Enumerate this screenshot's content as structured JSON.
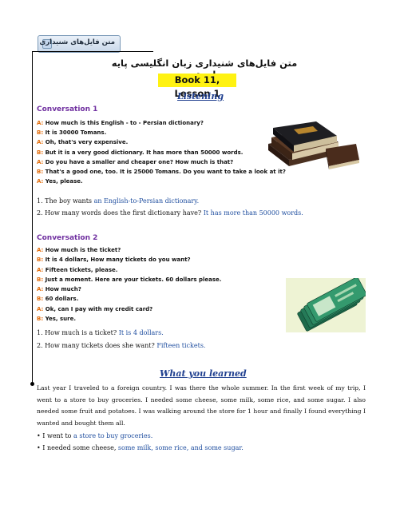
{
  "header": {
    "tag_label": "متن فایل‌های شنیداری",
    "title_fa": "متن فایل‌های شنیداری زبان انگلیسی پایه یازدهم",
    "lesson": "Book 11, Lesson 1",
    "section_listening": "Listening"
  },
  "conv1": {
    "title": "Conversation 1",
    "lines": [
      {
        "sp": "A:",
        "text": "How much is this English - to - Persian dictionary?"
      },
      {
        "sp": "B:",
        "text": "It is 30000 Tomans."
      },
      {
        "sp": "A:",
        "text": "Oh, that's very expensive."
      },
      {
        "sp": "B:",
        "text": "But it is a very good dictionary. It has more than 50000 words."
      },
      {
        "sp": "A:",
        "text": "Do you have a smaller and cheaper one? How much is that?"
      },
      {
        "sp": "B:",
        "text": "That's a good one, too. It is 25000 Tomans. Do you want to take a look at it?"
      },
      {
        "sp": "A:",
        "text": "Yes, please."
      }
    ],
    "questions": [
      {
        "q": "1. The boy wants",
        "a": "an English-to-Persian dictionary."
      },
      {
        "q": "2. How many words does the first dictionary have?",
        "a": "It has more than 50000 words."
      }
    ]
  },
  "conv2": {
    "title": "Conversation 2",
    "lines": [
      {
        "sp": "A:",
        "text": "How much is the ticket?"
      },
      {
        "sp": "B:",
        "text": "It is 4 dollars, How many tickets do you want?"
      },
      {
        "sp": "A:",
        "text": "Fifteen tickets, please."
      },
      {
        "sp": "B:",
        "text": "Just a moment. Here are your tickets. 60 dollars please."
      },
      {
        "sp": "A:",
        "text": "How much?"
      },
      {
        "sp": "B:",
        "text": "60 dollars."
      },
      {
        "sp": "A:",
        "text": "Ok, can I pay with my credit card?"
      },
      {
        "sp": "B:",
        "text": "Yes, sure."
      }
    ],
    "questions": [
      {
        "q": "1. How much is a ticket?",
        "a": "It is 4 dollars."
      },
      {
        "q": "2. How many tickets does she want?",
        "a": "Fifteen tickets."
      }
    ]
  },
  "learned": {
    "title": "What you learned",
    "paragraph": "Last year I traveled to a foreign country. I was there the whole summer. In the first week of my trip, I went to a store to buy groceries. I needed some cheese, some milk, some rice, and some sugar. I also needed some fruit and potatoes. I was walking around the store for 1 hour and finally I found everything I wanted and bought them all.",
    "bullets": [
      {
        "pre": "• I went to",
        "a": "a store to buy groceries."
      },
      {
        "pre": "• I needed some cheese,",
        "a": "some milk, some rice, and some sugar."
      }
    ]
  },
  "colors": {
    "speaker": "#e36c0a",
    "answer": "#1f4e9f",
    "conv_title": "#7030a0",
    "highlight": "#fff212"
  },
  "images": {
    "dictionary": "dictionary-books-image",
    "tickets": "tickets-image"
  }
}
